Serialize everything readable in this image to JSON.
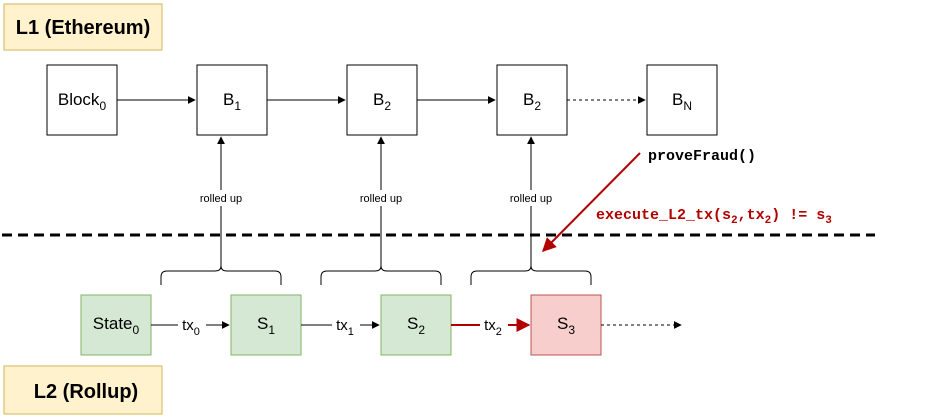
{
  "layers": {
    "l1": "L1 (Ethereum)",
    "l2": "L2 (Rollup)"
  },
  "l1_blocks": [
    {
      "base": "Block",
      "sub": "0"
    },
    {
      "base": "B",
      "sub": "1"
    },
    {
      "base": "B",
      "sub": "2"
    },
    {
      "base": "B",
      "sub": "2"
    },
    {
      "base": "B",
      "sub": "N"
    }
  ],
  "l2_states": [
    {
      "base": "State",
      "sub": "0"
    },
    {
      "base": "S",
      "sub": "1"
    },
    {
      "base": "S",
      "sub": "2"
    },
    {
      "base": "S",
      "sub": "3"
    }
  ],
  "tx_labels": [
    {
      "base": "tx",
      "sub": "0"
    },
    {
      "base": "tx",
      "sub": "1"
    },
    {
      "base": "tx",
      "sub": "2"
    }
  ],
  "rolled_up_label": "rolled up",
  "fraud": {
    "call": "proveFraud()",
    "expr_prefix": "execute_L2_tx(s",
    "expr_sub1": "2",
    "expr_comma": ",tx",
    "expr_sub2": "2",
    "expr_close": ") != s",
    "expr_sub3": "3"
  },
  "colors": {
    "layer_bg": "#fff2cc",
    "layer_border": "#d6b656",
    "state_fill": "#d5e8d4",
    "state_border": "#82b366",
    "fraud_fill": "#f8cecc",
    "fraud_border": "#b85450",
    "fraud_red": "#b20000"
  }
}
